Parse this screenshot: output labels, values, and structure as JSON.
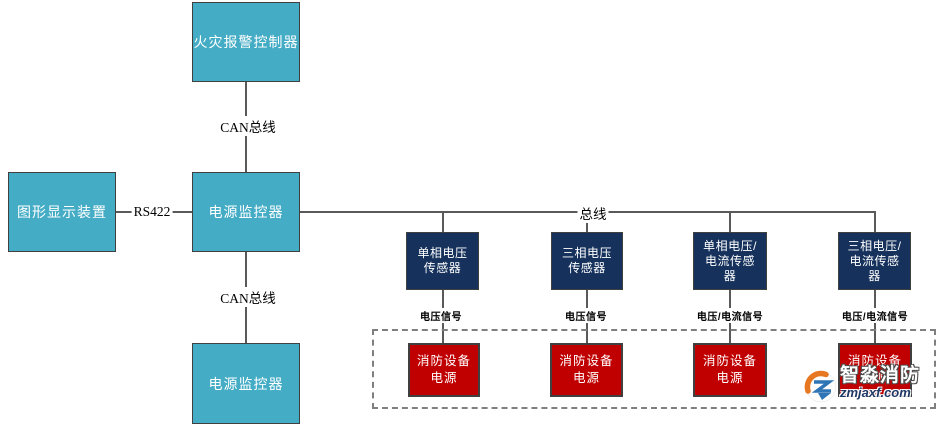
{
  "nodes": {
    "fire_alarm_controller": {
      "label": "火灾报警控制器"
    },
    "graphic_display": {
      "label": "图形显示装置"
    },
    "power_monitor": {
      "label": "电源监控器"
    },
    "power_monitor_2": {
      "label": "电源监控器"
    },
    "sensors": [
      {
        "label": "单相电压\n传感器",
        "signal": "电压信号",
        "device": "消防设备\n电源"
      },
      {
        "label": "三相电压\n传感器",
        "signal": "电压信号",
        "device": "消防设备\n电源"
      },
      {
        "label": "单相电压/\n电流传感\n器",
        "signal": "电压/电流信号",
        "device": "消防设备\n电源"
      },
      {
        "label": "三相电压/\n电流传感\n器",
        "signal": "电压/电流信号",
        "device": "消防设备\n电源"
      }
    ]
  },
  "links": {
    "can_bus_top": "CAN总线",
    "rs422": "RS422",
    "can_bus_bottom": "CAN总线",
    "bus": "总线"
  },
  "watermark": {
    "brand": "智淼消防",
    "site": "zmjaxf.com"
  },
  "colors": {
    "node_teal": "#45ACC5",
    "node_navy": "#16325C",
    "node_red": "#C00000",
    "line_gray": "#595959",
    "dash_gray": "#7F7F7F",
    "watermark_orange": "#E87722",
    "watermark_blue": "#2E75B6"
  }
}
